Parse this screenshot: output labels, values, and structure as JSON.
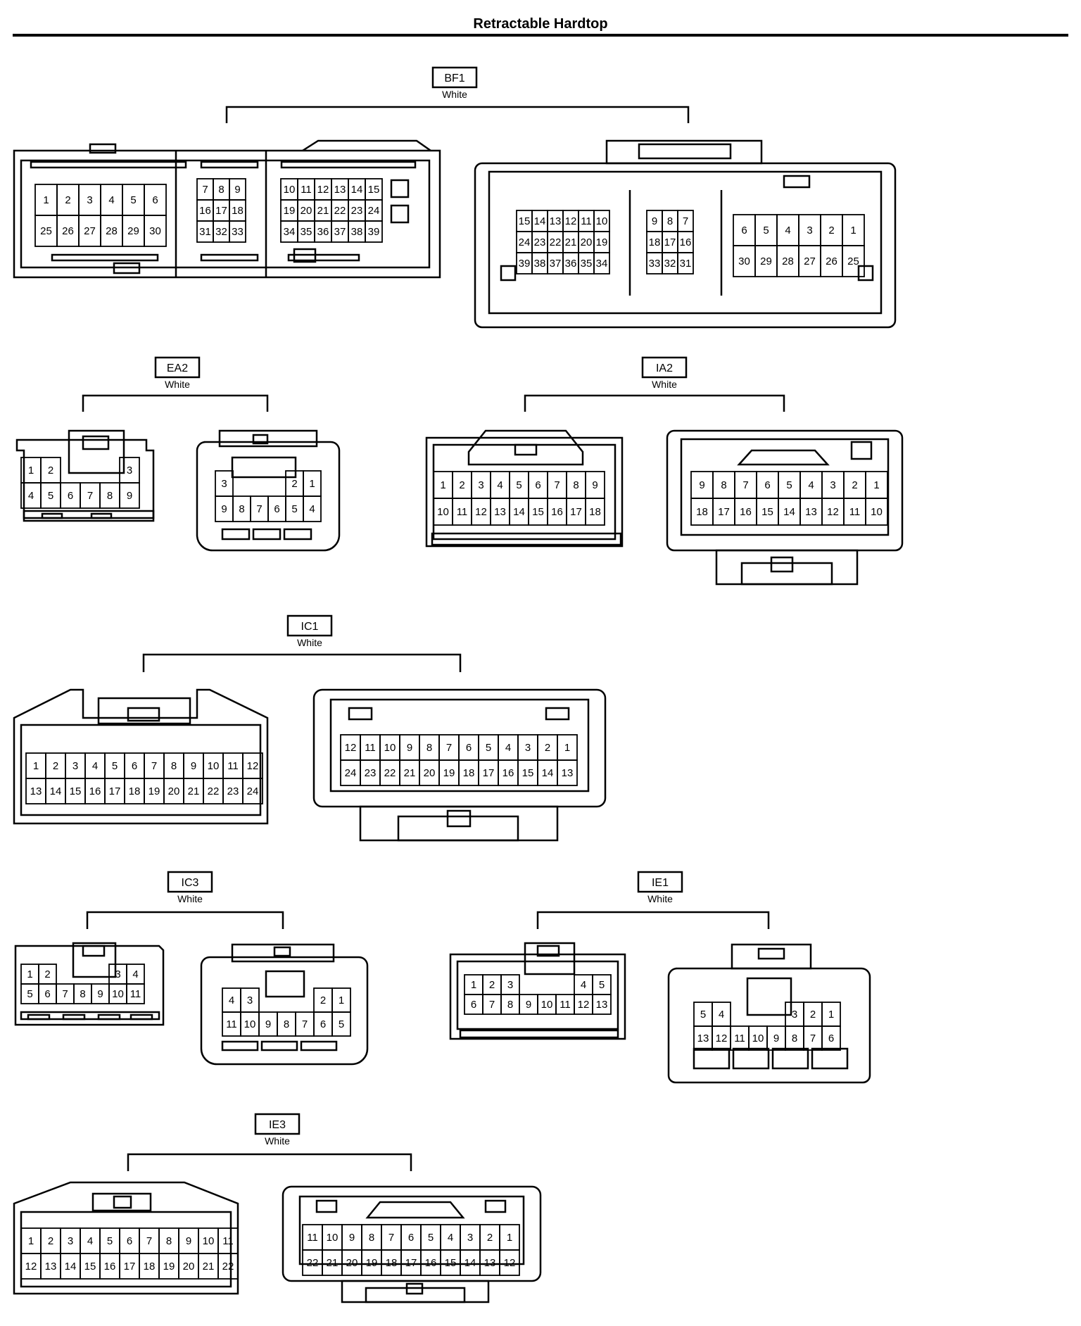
{
  "title": "Retractable Hardtop",
  "connectors": [
    {
      "id": "BF1",
      "color": "White",
      "views": [
        {
          "grids": [
            [
              [
                "1",
                "2",
                "3",
                "4",
                "5",
                "6"
              ],
              [
                "25",
                "26",
                "27",
                "28",
                "29",
                "30"
              ]
            ],
            [
              [
                "7",
                "8",
                "9"
              ],
              [
                "16",
                "17",
                "18"
              ],
              [
                "31",
                "32",
                "33"
              ]
            ],
            [
              [
                "10",
                "11",
                "12",
                "13",
                "14",
                "15"
              ],
              [
                "19",
                "20",
                "21",
                "22",
                "23",
                "24"
              ],
              [
                "34",
                "35",
                "36",
                "37",
                "38",
                "39"
              ]
            ]
          ]
        },
        {
          "grids": [
            [
              [
                "15",
                "14",
                "13",
                "12",
                "11",
                "10"
              ],
              [
                "24",
                "23",
                "22",
                "21",
                "20",
                "19"
              ],
              [
                "39",
                "38",
                "37",
                "36",
                "35",
                "34"
              ]
            ],
            [
              [
                "9",
                "8",
                "7"
              ],
              [
                "18",
                "17",
                "16"
              ],
              [
                "33",
                "32",
                "31"
              ]
            ],
            [
              [
                "6",
                "5",
                "4",
                "3",
                "2",
                "1"
              ],
              [
                "30",
                "29",
                "28",
                "27",
                "26",
                "25"
              ]
            ]
          ]
        }
      ]
    },
    {
      "id": "EA2",
      "color": "White",
      "views": [
        {
          "grids": [
            [
              [
                "1",
                "2",
                "",
                "",
                "",
                "3"
              ],
              [
                "4",
                "5",
                "6",
                "7",
                "8",
                "9"
              ]
            ]
          ]
        },
        {
          "grids": [
            [
              [
                "3",
                "",
                "",
                "",
                "2",
                "1"
              ],
              [
                "9",
                "8",
                "7",
                "6",
                "5",
                "4"
              ]
            ]
          ]
        }
      ]
    },
    {
      "id": "IA2",
      "color": "White",
      "views": [
        {
          "grids": [
            [
              [
                "1",
                "2",
                "3",
                "4",
                "5",
                "6",
                "7",
                "8",
                "9"
              ],
              [
                "10",
                "11",
                "12",
                "13",
                "14",
                "15",
                "16",
                "17",
                "18"
              ]
            ]
          ]
        },
        {
          "grids": [
            [
              [
                "9",
                "8",
                "7",
                "6",
                "5",
                "4",
                "3",
                "2",
                "1"
              ],
              [
                "18",
                "17",
                "16",
                "15",
                "14",
                "13",
                "12",
                "11",
                "10"
              ]
            ]
          ]
        }
      ]
    },
    {
      "id": "IC1",
      "color": "White",
      "views": [
        {
          "grids": [
            [
              [
                "1",
                "2",
                "3",
                "4",
                "5",
                "6",
                "7",
                "8",
                "9",
                "10",
                "11",
                "12"
              ],
              [
                "13",
                "14",
                "15",
                "16",
                "17",
                "18",
                "19",
                "20",
                "21",
                "22",
                "23",
                "24"
              ]
            ]
          ]
        },
        {
          "grids": [
            [
              [
                "12",
                "11",
                "10",
                "9",
                "8",
                "7",
                "6",
                "5",
                "4",
                "3",
                "2",
                "1"
              ],
              [
                "24",
                "23",
                "22",
                "21",
                "20",
                "19",
                "18",
                "17",
                "16",
                "15",
                "14",
                "13"
              ]
            ]
          ]
        }
      ]
    },
    {
      "id": "IC3",
      "color": "White",
      "views": [
        {
          "grids": [
            [
              [
                "1",
                "2",
                "",
                "",
                "",
                "3",
                "4"
              ],
              [
                "5",
                "6",
                "7",
                "8",
                "9",
                "10",
                "11"
              ]
            ]
          ]
        },
        {
          "grids": [
            [
              [
                "4",
                "3",
                "",
                "",
                "",
                "2",
                "1"
              ],
              [
                "11",
                "10",
                "9",
                "8",
                "7",
                "6",
                "5"
              ]
            ]
          ]
        }
      ]
    },
    {
      "id": "IE1",
      "color": "White",
      "views": [
        {
          "grids": [
            [
              [
                "1",
                "2",
                "3",
                "",
                "",
                "",
                "4",
                "5"
              ],
              [
                "6",
                "7",
                "8",
                "9",
                "10",
                "11",
                "12",
                "13"
              ]
            ]
          ]
        },
        {
          "grids": [
            [
              [
                "5",
                "4",
                "",
                "",
                "",
                "3",
                "2",
                "1"
              ],
              [
                "13",
                "12",
                "11",
                "10",
                "9",
                "8",
                "7",
                "6"
              ]
            ]
          ]
        }
      ]
    },
    {
      "id": "IE3",
      "color": "White",
      "views": [
        {
          "grids": [
            [
              [
                "1",
                "2",
                "3",
                "4",
                "5",
                "6",
                "7",
                "8",
                "9",
                "10",
                "11"
              ],
              [
                "12",
                "13",
                "14",
                "15",
                "16",
                "17",
                "18",
                "19",
                "20",
                "21",
                "22"
              ]
            ]
          ]
        },
        {
          "grids": [
            [
              [
                "11",
                "10",
                "9",
                "8",
                "7",
                "6",
                "5",
                "4",
                "3",
                "2",
                "1"
              ],
              [
                "22",
                "21",
                "20",
                "19",
                "18",
                "17",
                "16",
                "15",
                "14",
                "13",
                "12"
              ]
            ]
          ]
        }
      ]
    }
  ]
}
